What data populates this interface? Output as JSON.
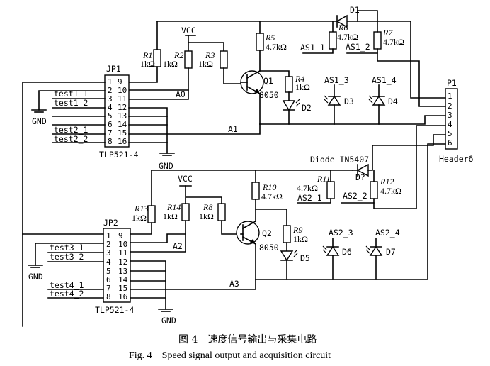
{
  "figure": {
    "caption_cn": "图 4　速度信号输出与采集电路",
    "caption_en": "Fig. 4　Speed signal output and acquisition circuit"
  },
  "top_block": {
    "optocoupler": {
      "ref": "JP1",
      "part": "TLP521-4",
      "left_pins": [
        "1",
        "2",
        "3",
        "4",
        "5",
        "6",
        "7",
        "8"
      ],
      "right_pins": [
        "9",
        "10",
        "11",
        "12",
        "13",
        "14",
        "15",
        "16"
      ]
    },
    "signals": {
      "test_a": "test1_1",
      "test_b": "test1_2",
      "test_c": "test2_1",
      "test_d": "test2_2",
      "out": "A0",
      "out2": "A1"
    },
    "vcc": "VCC",
    "gnd_left": "GND",
    "gnd_bottom": "GND",
    "r1": {
      "ref": "R1",
      "val": "1kΩ"
    },
    "r2": {
      "ref": "R2",
      "val": "1kΩ"
    },
    "r3": {
      "ref": "R3",
      "val": "1kΩ"
    },
    "r5": {
      "ref": "R5",
      "val": "4.7kΩ"
    },
    "r6": {
      "ref": "R6",
      "val": "4.7kΩ"
    },
    "r7": {
      "ref": "R7",
      "val": "4.7kΩ"
    },
    "r4": {
      "ref": "R4",
      "val": "1kΩ"
    },
    "q1": {
      "ref": "Q1",
      "part": "8050"
    },
    "d1": "D1",
    "d2": "D2",
    "d3": "D3",
    "d4": "D4",
    "as1_1": "AS1_1",
    "as1_2": "AS1_2",
    "as1_3": "AS1_3",
    "as1_4": "AS1_4"
  },
  "bottom_block": {
    "optocoupler": {
      "ref": "JP2",
      "part": "TLP521-4",
      "left_pins": [
        "1",
        "2",
        "3",
        "4",
        "5",
        "6",
        "7",
        "8"
      ],
      "right_pins": [
        "9",
        "10",
        "11",
        "12",
        "13",
        "14",
        "15",
        "16"
      ]
    },
    "signals": {
      "test_a": "test3_1",
      "test_b": "test3_2",
      "test_c": "test4_1",
      "test_d": "test4_2",
      "out": "A2",
      "out2": "A3"
    },
    "vcc": "VCC",
    "gnd_left": "GND",
    "gnd_bottom": "GND",
    "r13": {
      "ref": "R13",
      "val": "1kΩ"
    },
    "r14": {
      "ref": "R14",
      "val": "1kΩ"
    },
    "r8": {
      "ref": "R8",
      "val": "1kΩ"
    },
    "r10": {
      "ref": "R10",
      "val": "4.7kΩ"
    },
    "r11": {
      "ref": "R11",
      "val": "4.7kΩ"
    },
    "r12": {
      "ref": "R12",
      "val": "4.7kΩ"
    },
    "r9": {
      "ref": "R9",
      "val": "1kΩ"
    },
    "q2": {
      "ref": "Q2",
      "part": "8050"
    },
    "d7_diode": "Diode IN5407",
    "d7_ref": "D?",
    "d5": "D5",
    "d6": "D6",
    "d7": "D7",
    "as2_1": "AS2_1",
    "as2_2": "AS2_2",
    "as2_3": "AS2_3",
    "as2_4": "AS2_4"
  },
  "connector": {
    "ref": "P1",
    "part": "Header6",
    "pins": [
      "1",
      "2",
      "3",
      "4",
      "5",
      "6"
    ]
  }
}
